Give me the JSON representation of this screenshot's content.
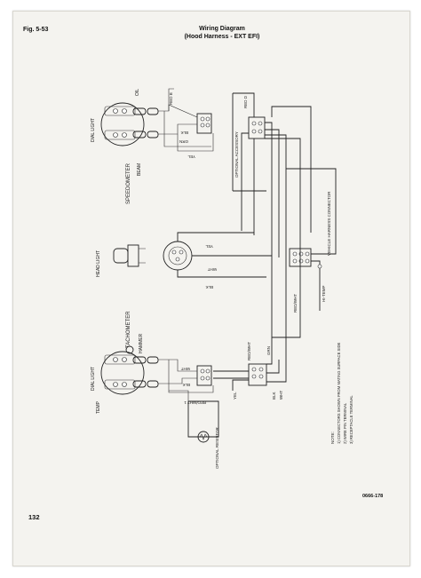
{
  "header": {
    "fig_label": "Fig. 5-53",
    "title_line1": "Wiring Diagram",
    "title_line2": "(Hood Harness - EXT EFI)"
  },
  "components": {
    "dial_light_top": "DIAL LIGHT",
    "oil": "OIL",
    "speedometer": "SPEEDOMETER",
    "beam": "BEAM",
    "head_light": "HEAD LIGHT",
    "tachometer": "TACHOMETER",
    "hammer": "HAMMER",
    "dial_light_bottom": "DIAL LIGHT",
    "temp": "TEMP",
    "optional_resistor": "OPTIONAL RESISTOR",
    "optional_accessory": "OPTIONAL ACCESSORY",
    "vehicle_harness_connector": "VEHICLE HARNESS CONNECTOR",
    "hi_temp": "HI-TEMP"
  },
  "wire_labels": {
    "red_b": "RED B",
    "red_d": "RED D",
    "blk": "BLK",
    "grn": "GRN",
    "yel": "YEL",
    "wht": "WHT",
    "red_wht": "RED/WHT",
    "red_wht_1": "RED/WHT 1",
    "grn_bottom": "GRN",
    "yel_bottom": "YEL",
    "blk_bottom": "BLK",
    "wht_bottom": "WHT"
  },
  "notes": {
    "title": "NOTE:",
    "line1": "1) CONNECTORS SHOWN FROM MATING SURFACE SIDE",
    "line2": "2) WIRE PIN TERMINAL",
    "line3": "3) RECEPTACLE TERMINAL"
  },
  "footer": {
    "diagram_code": "0666-178",
    "page_number": "132"
  }
}
